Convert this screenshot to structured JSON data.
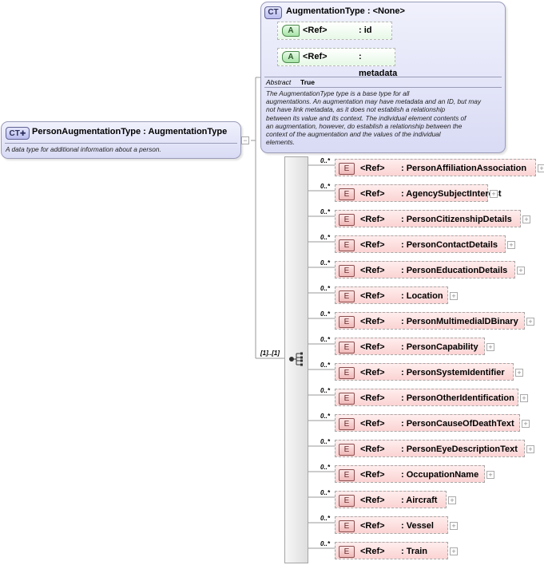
{
  "person_augmentation_type": {
    "badge": "CT",
    "title": "PersonAugmentationType : AugmentationType",
    "description": "A data type for additional information about a person."
  },
  "augmentation_type": {
    "badge": "CT",
    "title": "AugmentationType : <None>",
    "attributes": [
      {
        "badge": "A",
        "ref": "<Ref>",
        "name": ": id"
      },
      {
        "badge": "A",
        "ref": "<Ref>",
        "name": ": metadata"
      }
    ],
    "abstract_label": "Abstract",
    "abstract_value": "True",
    "description_lines": [
      "The AugmentationType type is a base type for all",
      "augmentations. An augmentation may have metadata and an ID, but may",
      "not have link metadata, as it does not establish a relationship",
      "between its value and its context. The individual element contents of",
      "an augmentation, however, do establish a relationship between the",
      "context of the augmentation and the values of the individual",
      "elements."
    ]
  },
  "sequence": {
    "occurrence": "[1]..[1]"
  },
  "elements": [
    {
      "badge": "E",
      "ref": "<Ref>",
      "name": ": PersonAffiliationAssociation",
      "occurrence": "0..*"
    },
    {
      "badge": "E",
      "ref": "<Ref>",
      "name": ": AgencySubjectInterest",
      "occurrence": "0..*"
    },
    {
      "badge": "E",
      "ref": "<Ref>",
      "name": ": PersonCitizenshipDetails",
      "occurrence": "0..*"
    },
    {
      "badge": "E",
      "ref": "<Ref>",
      "name": ": PersonContactDetails",
      "occurrence": "0..*"
    },
    {
      "badge": "E",
      "ref": "<Ref>",
      "name": ": PersonEducationDetails",
      "occurrence": "0..*"
    },
    {
      "badge": "E",
      "ref": "<Ref>",
      "name": ": Location",
      "occurrence": "0..*"
    },
    {
      "badge": "E",
      "ref": "<Ref>",
      "name": ": PersonMultimedialDBinary",
      "occurrence": "0..*"
    },
    {
      "badge": "E",
      "ref": "<Ref>",
      "name": ": PersonCapability",
      "occurrence": "0..*"
    },
    {
      "badge": "E",
      "ref": "<Ref>",
      "name": ": PersonSystemIdentifier",
      "occurrence": "0..*"
    },
    {
      "badge": "E",
      "ref": "<Ref>",
      "name": ": PersonOtherIdentification",
      "occurrence": "0..*"
    },
    {
      "badge": "E",
      "ref": "<Ref>",
      "name": ": PersonCauseOfDeathText",
      "occurrence": "0..*"
    },
    {
      "badge": "E",
      "ref": "<Ref>",
      "name": ": PersonEyeDescriptionText",
      "occurrence": "0..*"
    },
    {
      "badge": "E",
      "ref": "<Ref>",
      "name": ": OccupationName",
      "occurrence": "0..*"
    },
    {
      "badge": "E",
      "ref": "<Ref>",
      "name": ": Aircraft",
      "occurrence": "0..*"
    },
    {
      "badge": "E",
      "ref": "<Ref>",
      "name": ": Vessel",
      "occurrence": "0..*"
    },
    {
      "badge": "E",
      "ref": "<Ref>",
      "name": ": Train",
      "occurrence": "0..*"
    }
  ],
  "colors": {
    "complex_type": "#dcdef6",
    "attribute": "#e6f8e6",
    "element": "#fbd3d3",
    "connector": "#9a9a9a"
  }
}
